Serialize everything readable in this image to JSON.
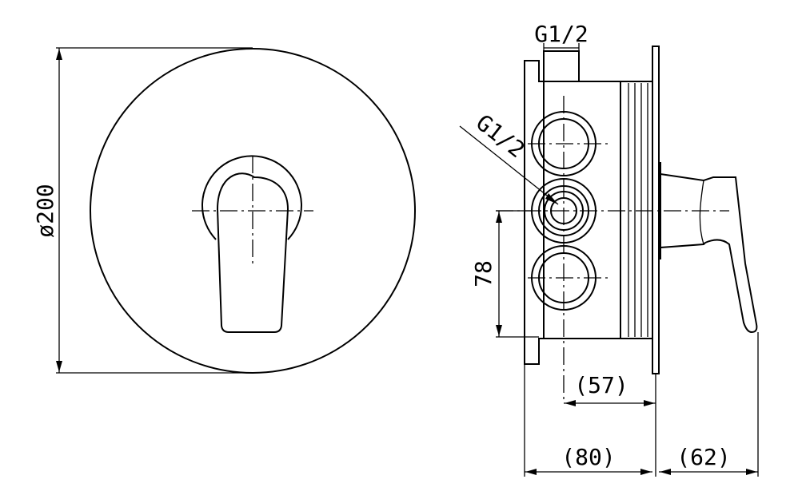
{
  "dimensions": {
    "diameter": "ø200",
    "inlet_thread_top": "G1/2",
    "inlet_thread_diag": "G1/2",
    "spacing": "78",
    "depth_inner": "(57)",
    "depth_body": "(80)",
    "depth_handle": "(62)"
  },
  "colors": {
    "line": "#000000",
    "background": "#ffffff"
  }
}
